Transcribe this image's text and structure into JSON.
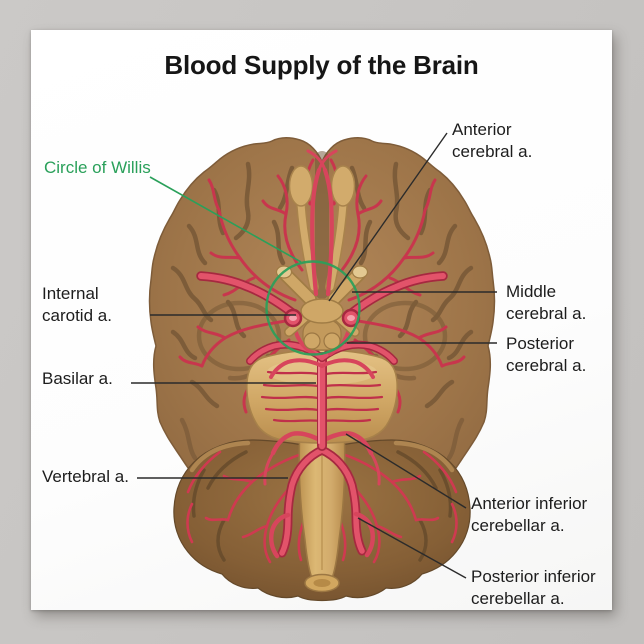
{
  "title": "Blood Supply of the Brain",
  "labels": {
    "circle_of_willis": "Circle of Willis",
    "anterior_cerebral": "Anterior\ncerebral a.",
    "internal_carotid": "Internal\ncarotid a.",
    "middle_cerebral": "Middle\ncerebral a.",
    "posterior_cerebral": "Posterior\ncerebral a.",
    "basilar": "Basilar a.",
    "vertebral": "Vertebral a.",
    "anterior_inferior_cerebellar": "Anterior inferior\ncerebellar a.",
    "posterior_inferior_cerebellar": "Posterior inferior\ncerebellar a."
  },
  "colors": {
    "annotation_green": "#2aa05a",
    "label_text": "#1d1d1d",
    "leader_line_black": "#2b2b2b",
    "artery_red": "#e2536a",
    "artery_dark_red": "#a62940",
    "cerebrum_brown": "#9d7449",
    "cerebellum_brown": "#855f36",
    "brainstem_tan": "#d2ab6c",
    "poster_white": "#fdfdfd",
    "background_gray": "#c6c4c2"
  }
}
